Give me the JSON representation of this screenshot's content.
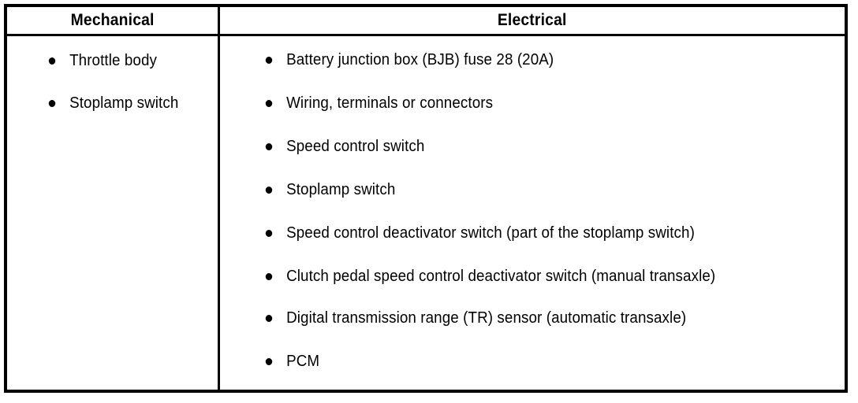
{
  "table": {
    "columns": [
      {
        "id": "mechanical",
        "header": "Mechanical",
        "items": [
          {
            "text": "Throttle body"
          },
          {
            "text": "Stoplamp switch"
          }
        ]
      },
      {
        "id": "electrical",
        "header": "Electrical",
        "items": [
          {
            "text": "Battery junction box (BJB) fuse 28 (20A)"
          },
          {
            "text": "Wiring, terminals or connectors"
          },
          {
            "text": "Speed control switch"
          },
          {
            "text": "Stoplamp switch"
          },
          {
            "text": "Speed control deactivator switch (part of the stoplamp switch)"
          },
          {
            "text": "Clutch pedal speed control deactivator switch (manual transaxle)"
          },
          {
            "text": "Digital transmission range (TR) sensor (automatic transaxle)"
          },
          {
            "text": "PCM"
          }
        ]
      }
    ],
    "colors": {
      "border": "#000000",
      "text": "#000000",
      "background": "#ffffff",
      "bullet": "#000000"
    },
    "bullet_glyph": "filled-circle"
  }
}
